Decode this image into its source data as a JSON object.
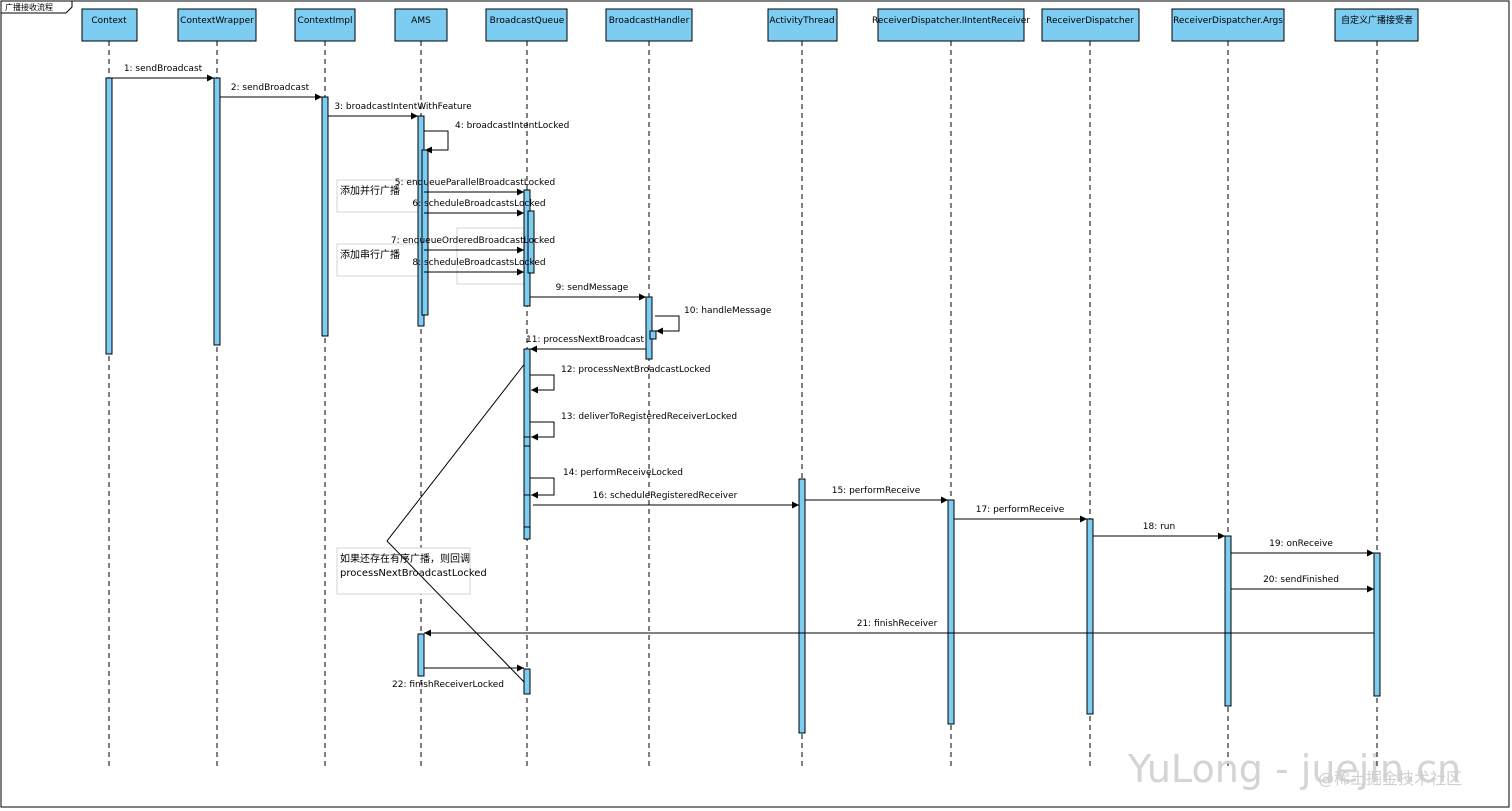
{
  "frame": {
    "title": "广播接收流程"
  },
  "participants": [
    {
      "id": "context",
      "name": "Context"
    },
    {
      "id": "wrapper",
      "name": "ContextWrapper"
    },
    {
      "id": "impl",
      "name": "ContextImpl"
    },
    {
      "id": "ams",
      "name": "AMS"
    },
    {
      "id": "queue",
      "name": "BroadcastQueue"
    },
    {
      "id": "handler",
      "name": "BroadcastHandler"
    },
    {
      "id": "thread",
      "name": "ActivityThread"
    },
    {
      "id": "iintent",
      "name": "ReceiverDispatcher.IIntentReceiver"
    },
    {
      "id": "dispatcher",
      "name": "ReceiverDispatcher"
    },
    {
      "id": "args",
      "name": "ReceiverDispatcher.Args"
    },
    {
      "id": "receiver",
      "name": "自定义广播接受者"
    }
  ],
  "messages": [
    {
      "label": "1: sendBroadcast",
      "from": "context",
      "to": "wrapper"
    },
    {
      "label": "2: sendBroadcast",
      "from": "wrapper",
      "to": "impl"
    },
    {
      "label": "3: broadcastIntentWithFeature",
      "from": "impl",
      "to": "ams"
    },
    {
      "label": "4: broadcastIntentLocked",
      "from": "ams",
      "to": "ams"
    },
    {
      "label": "5: enqueueParallelBroadcastLocked",
      "from": "ams",
      "to": "queue"
    },
    {
      "label": "6: scheduleBroadcastsLocked",
      "from": "ams",
      "to": "queue"
    },
    {
      "label": "7: enqueueOrderedBroadcastLocked",
      "from": "ams",
      "to": "queue"
    },
    {
      "label": "8: scheduleBroadcastsLocked",
      "from": "ams",
      "to": "queue"
    },
    {
      "label": "9: sendMessage",
      "from": "queue",
      "to": "handler"
    },
    {
      "label": "10: handleMessage",
      "from": "handler",
      "to": "handler"
    },
    {
      "label": "11: processNextBroadcast",
      "from": "handler",
      "to": "queue"
    },
    {
      "label": "12: processNextBroadcastLocked",
      "from": "queue",
      "to": "queue"
    },
    {
      "label": "13: deliverToRegisteredReceiverLocked",
      "from": "queue",
      "to": "queue"
    },
    {
      "label": "14: performReceiveLocked",
      "from": "queue",
      "to": "queue"
    },
    {
      "label": "15: performReceive",
      "from": "thread",
      "to": "iintent"
    },
    {
      "label": "16: scheduleRegisteredReceiver",
      "from": "queue",
      "to": "thread"
    },
    {
      "label": "17: performReceive",
      "from": "iintent",
      "to": "dispatcher"
    },
    {
      "label": "18: run",
      "from": "dispatcher",
      "to": "args"
    },
    {
      "label": "19: onReceive",
      "from": "args",
      "to": "receiver"
    },
    {
      "label": "20: sendFinished",
      "from": "args",
      "to": "receiver"
    },
    {
      "label": "21: finishReceiver",
      "from": "receiver",
      "to": "ams"
    },
    {
      "label": "22: finishReceiverLocked",
      "from": "ams",
      "to": "queue"
    }
  ],
  "notes": [
    {
      "id": "parallel",
      "lines": [
        "添加并行广播"
      ]
    },
    {
      "id": "ordered",
      "lines": [
        "添加串行广播"
      ]
    },
    {
      "id": "loop",
      "lines": [
        "如果还存在有序广播，则回调",
        "processNextBroadcastLocked"
      ]
    }
  ],
  "colors": {
    "participant_fill": "#7dcdf3",
    "activation_fill": "#7dcdf3",
    "line": "#000000",
    "note_border": "#d6d6d6"
  },
  "watermark": {
    "main": "YuLong - juejin.cn",
    "sub": "@稀土掘金技术社区"
  }
}
